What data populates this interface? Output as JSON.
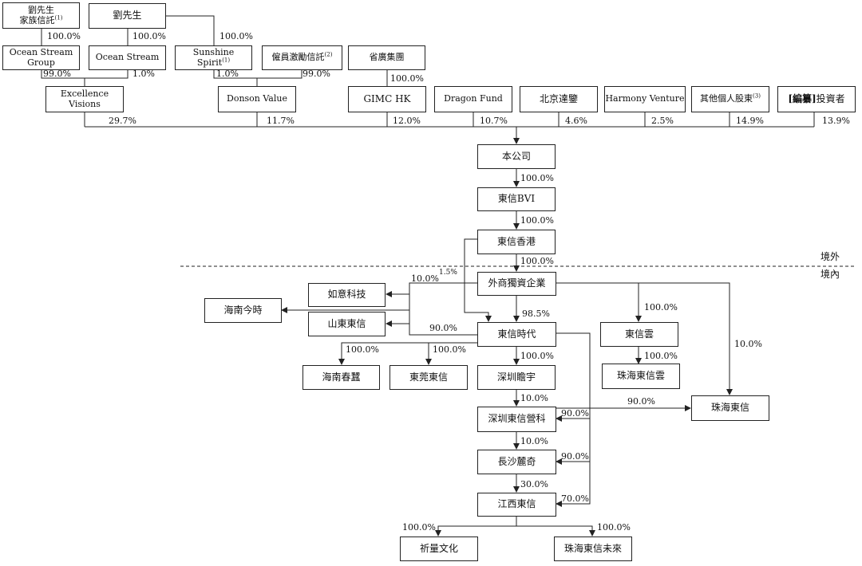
{
  "nodes": {
    "liu_family_trust": {
      "label": "劉先生\n家族信託",
      "note": "(1)"
    },
    "mr_liu": {
      "label": "劉先生"
    },
    "ocean_stream_group": {
      "label": "Ocean Stream\nGroup"
    },
    "ocean_stream": {
      "label": "Ocean Stream"
    },
    "sunshine_spirit": {
      "label": "Sunshine Spirit",
      "note": "(1)"
    },
    "esop_trust": {
      "label": "僱員激勵信託",
      "note": "(2)"
    },
    "gdgc_group": {
      "label": "省廣集團"
    },
    "excellence_visions": {
      "label": "Excellence\nVisions"
    },
    "donson_value": {
      "label": "Donson Value"
    },
    "gimc_hk": {
      "label": "GIMC HK"
    },
    "dragon_fund": {
      "label": "Dragon Fund"
    },
    "beijing_dajian": {
      "label": "北京達鑒"
    },
    "harmony_venture": {
      "label": "Harmony Venture"
    },
    "other_individuals": {
      "label": "其他個人股東",
      "note": "(3)"
    },
    "redacted_investors": {
      "label_strong": "[編纂]",
      "label": "投資者"
    },
    "company": {
      "label": "本公司"
    },
    "donson_bvi": {
      "label": "東信BVI"
    },
    "donson_hk": {
      "label": "東信香港"
    },
    "wfoe": {
      "label": "外商獨資企業"
    },
    "ruyi_tech": {
      "label": "如意科技"
    },
    "hainan_jinshi": {
      "label": "海南今時"
    },
    "shandong_donson": {
      "label": "山東東信"
    },
    "donson_times": {
      "label": "東信時代"
    },
    "donson_cloud": {
      "label": "東信雲"
    },
    "zhuhai_donson_cloud": {
      "label": "珠海東信雲"
    },
    "zhuhai_donson": {
      "label": "珠海東信"
    },
    "hainan_chuncan": {
      "label": "海南春蠶"
    },
    "dongguan_donson": {
      "label": "東莞東信"
    },
    "shenzhen_zhanyu": {
      "label": "深圳瞻宇"
    },
    "shenzhen_donson_yingke": {
      "label": "深圳東信營科"
    },
    "changsha_liqi": {
      "label": "長沙麓奇"
    },
    "jiangxi_donson": {
      "label": "江西東信"
    },
    "qiliang_culture": {
      "label": "祈量文化"
    },
    "zhuhai_donson_future": {
      "label": "珠海東信未來"
    }
  },
  "percentages": {
    "family_to_osg": "100.0%",
    "liu_to_os": "100.0%",
    "liu_to_sunshine": "100.0%",
    "osg_to_ev": "99.0%",
    "os_to_ev": "1.0%",
    "sunshine_to_dv": "1.0%",
    "esop_to_dv": "99.0%",
    "gdgc_to_gimc": "100.0%",
    "ev_to_company": "29.7%",
    "dv_to_company": "11.7%",
    "gimc_to_company": "12.0%",
    "dragon_to_company": "10.7%",
    "beijing_to_company": "4.6%",
    "harmony_to_company": "2.5%",
    "others_to_company": "14.9%",
    "investors_to_company": "13.9%",
    "company_to_bvi": "100.0%",
    "bvi_to_hk": "100.0%",
    "hk_to_wfoe": "100.0%",
    "hk_to_times": "1.5%",
    "wfoe_to_ruyi": "10.0%",
    "wfoe_to_times": "98.5%",
    "wfoe_to_cloud": "100.0%",
    "wfoe_to_zhuhai": "10.0%",
    "times_to_shandong": "90.0%",
    "times_to_chuncan": "100.0%",
    "times_to_dongguan": "100.0%",
    "times_to_zhanyu": "100.0%",
    "cloud_to_zhuhai_cloud": "100.0%",
    "zhanyu_to_yingke": "10.0%",
    "times_to_yingke": "90.0%",
    "yingke_to_zhuhai": "90.0%",
    "yingke_to_liqi": "10.0%",
    "times_to_liqi": "90.0%",
    "liqi_to_jiangxi": "30.0%",
    "times_to_jiangxi": "70.0%",
    "jiangxi_to_qiliang": "100.0%",
    "jiangxi_to_future": "100.0%"
  },
  "zones": {
    "offshore": "境外",
    "onshore": "境內"
  }
}
